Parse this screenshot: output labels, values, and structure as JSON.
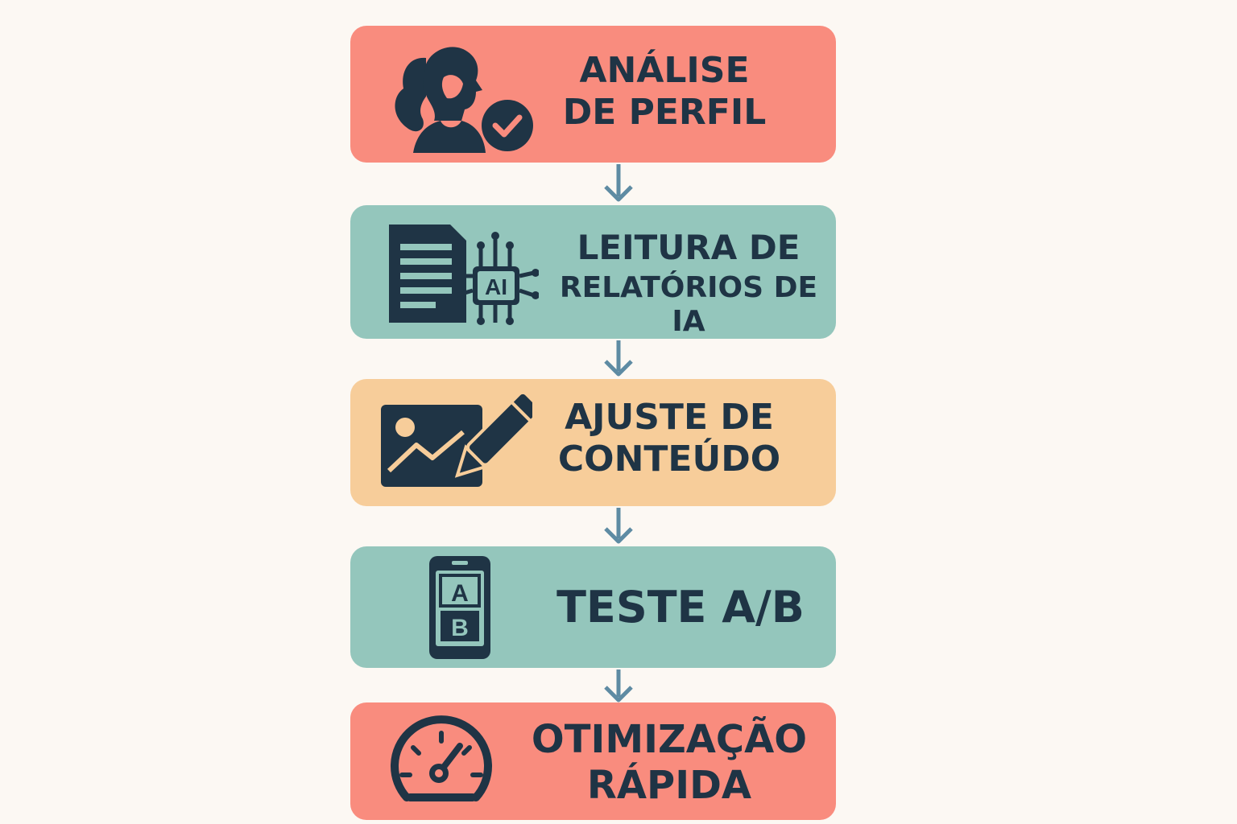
{
  "colors": {
    "background": "#fcf8f3",
    "coral": "#f98c7e",
    "teal": "#94c6bc",
    "peach": "#f7cd9a",
    "ink": "#1f3445",
    "arrow": "#5e8ba3"
  },
  "steps": [
    {
      "line1": "ANÁLISE",
      "line2": "DE PERFIL",
      "icon": "user-profile-check-icon",
      "color": "coral"
    },
    {
      "line1": "LEITURA DE",
      "line2": "RELATÓRIOS DE IA",
      "icon": "ai-report-icon",
      "icon_text": "AI",
      "color": "teal"
    },
    {
      "line1": "AJUSTE DE",
      "line2": "CONTEÚDO",
      "icon": "image-edit-icon",
      "color": "peach"
    },
    {
      "line1": "TESTE A/B",
      "icon": "ab-test-phone-icon",
      "icon_a": "A",
      "icon_b": "B",
      "color": "teal"
    },
    {
      "line1": "OTIMIZAÇÃO",
      "line2": "RÁPIDA",
      "icon": "speedometer-icon",
      "color": "coral"
    }
  ]
}
